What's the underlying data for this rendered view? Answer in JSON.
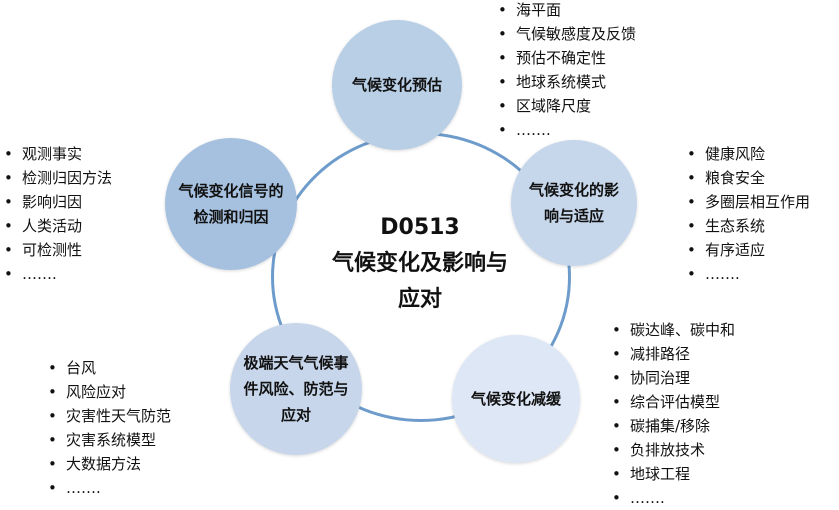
{
  "center": {
    "code": "D0513",
    "title": "气候变化及影响与应对"
  },
  "nodes": [
    {
      "label": "气候变化预估",
      "color": "#b8cfe6"
    },
    {
      "label": "气候变化的影响与适应",
      "color": "#c6d7ec"
    },
    {
      "label": "气候变化减缓",
      "color": "#dde7f5"
    },
    {
      "label": "极端天气气候事件风险、防范与应对",
      "color": "#c7d6eb"
    },
    {
      "label": "气候变化信号的检测和归因",
      "color": "#a6c1e0"
    }
  ],
  "lists": [
    {
      "items": [
        "海平面",
        "气候敏感度及反馈",
        "预估不确定性",
        "地球系统模式",
        "区域降尺度",
        "……."
      ]
    },
    {
      "items": [
        "健康风险",
        "粮食安全",
        "多圈层相互作用",
        "生态系统",
        "有序适应",
        "……."
      ]
    },
    {
      "items": [
        "碳达峰、碳中和",
        "减排路径",
        "协同治理",
        "综合评估模型",
        "碳捕集/移除",
        "负排放技术",
        "地球工程",
        "……."
      ]
    },
    {
      "items": [
        "台风",
        "风险应对",
        "灾害性天气防范",
        "灾害系统模型",
        "大数据方法",
        "……."
      ]
    },
    {
      "items": [
        "观测事实",
        "检测归因方法",
        "影响归因",
        "人类活动",
        "可检测性",
        "……."
      ]
    }
  ]
}
